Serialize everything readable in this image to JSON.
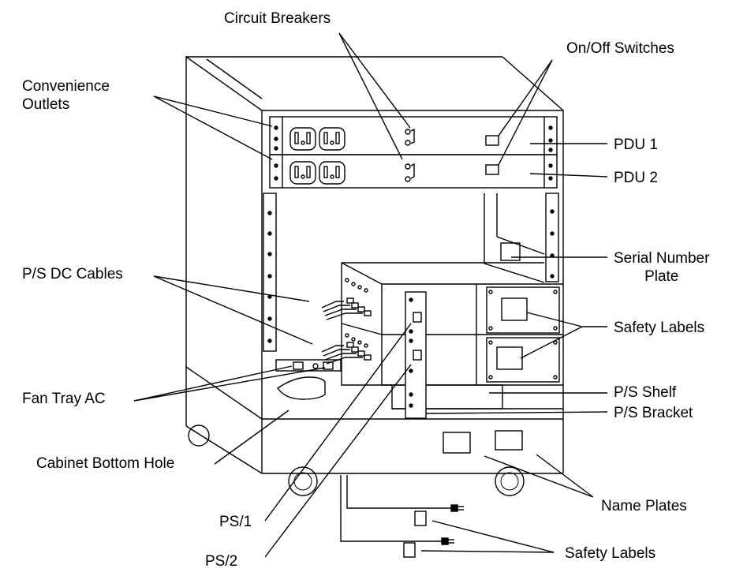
{
  "labels": {
    "circuit_breakers": "Circuit Breakers",
    "on_off_switches": "On/Off Switches",
    "convenience_outlets_1": "Convenience",
    "convenience_outlets_2": "Outlets",
    "pdu1": "PDU 1",
    "pdu2": "PDU 2",
    "ps_dc_cables": "P/S DC Cables",
    "serial_number_plate_1": "Serial Number",
    "serial_number_plate_2": "Plate",
    "safety_labels_right": "Safety Labels",
    "fan_tray_ac": "Fan Tray AC",
    "ps_shelf": "P/S Shelf",
    "ps_bracket": "P/S Bracket",
    "cabinet_bottom_hole": "Cabinet Bottom Hole",
    "name_plates": "Name Plates",
    "ps1": "PS/1",
    "ps2": "PS/2",
    "safety_labels_bottom": "Safety Labels"
  },
  "colors": {
    "line": "#000000",
    "background": "#ffffff"
  }
}
